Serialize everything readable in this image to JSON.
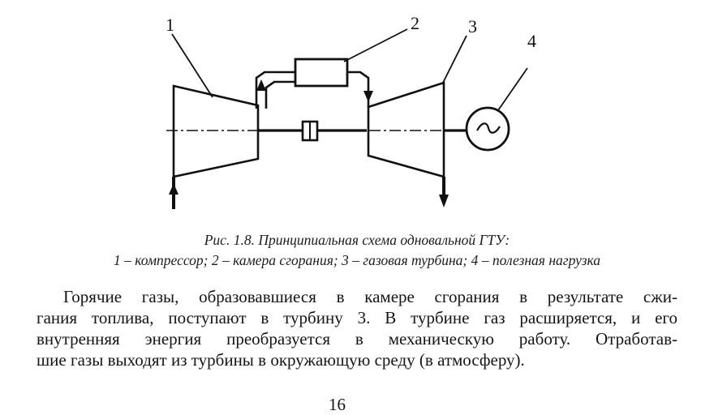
{
  "figure": {
    "labels": {
      "compressor": "1",
      "combustion_chamber": "2",
      "gas_turbine": "3",
      "payload": "4"
    }
  },
  "caption": {
    "title": "Рис. 1.8. Принципиальная схема одновальной ГТУ:",
    "legend": "1 – компрессор; 2 – камера сгорания; 3 – газовая турбина; 4 – полезная нагрузка"
  },
  "paragraph": {
    "lines": [
      "Горячие газы, образовавшиеся в камере сгорания в результате сжи-",
      "гания топлива, поступают в турбину 3. В турбине газ расширяется, и его",
      "внутренняя энергия преобразуется в механическую работу. Отработав-",
      "шие газы выходят из турбины в окружающую среду (в атмосферу)."
    ]
  },
  "page_number": "16"
}
